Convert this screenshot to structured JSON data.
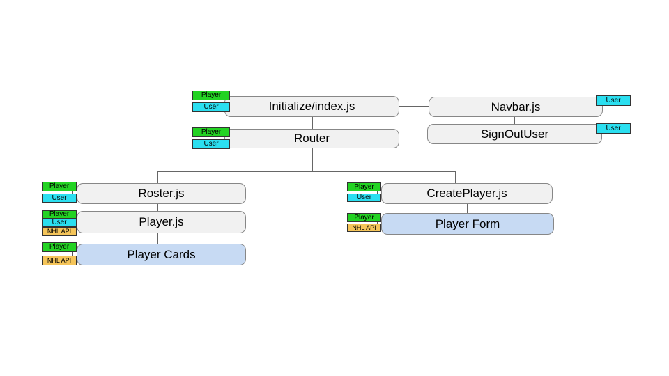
{
  "diagram": {
    "description": "Component hierarchy diagram",
    "background": "#ffffff"
  },
  "colors": {
    "tag_player": "#23d323",
    "tag_user": "#2bdff0",
    "tag_nhl_api": "#f5c55a",
    "component_fill": "#f1f1f1",
    "component_border": "#878787",
    "view_fill": "#c7daf3",
    "connector": "#666666"
  },
  "nodes": [
    {
      "id": "initialize-index",
      "label": "Initialize/index.js",
      "type": "component",
      "tags": [
        {
          "label": "Player",
          "color": "#23d323"
        },
        {
          "label": "User",
          "color": "#2bdff0"
        }
      ]
    },
    {
      "id": "navbar",
      "label": "Navbar.js",
      "type": "component",
      "tags": [
        {
          "label": "User",
          "color": "#2bdff0"
        }
      ]
    },
    {
      "id": "router",
      "label": "Router",
      "type": "component",
      "tags": [
        {
          "label": "Player",
          "color": "#23d323"
        },
        {
          "label": "User",
          "color": "#2bdff0"
        }
      ]
    },
    {
      "id": "sign-out-user",
      "label": "SignOutUser",
      "type": "component",
      "tags": [
        {
          "label": "User",
          "color": "#2bdff0"
        }
      ]
    },
    {
      "id": "roster",
      "label": "Roster.js",
      "type": "component",
      "tags": [
        {
          "label": "Player",
          "color": "#23d323"
        },
        {
          "label": "User",
          "color": "#2bdff0"
        }
      ]
    },
    {
      "id": "create-player",
      "label": "CreatePlayer.js",
      "type": "component",
      "tags": [
        {
          "label": "Player",
          "color": "#23d323"
        },
        {
          "label": "User",
          "color": "#2bdff0"
        }
      ]
    },
    {
      "id": "player-js",
      "label": "Player.js",
      "type": "component",
      "tags": [
        {
          "label": "Player",
          "color": "#23d323"
        },
        {
          "label": "User",
          "color": "#2bdff0"
        },
        {
          "label": "NHL API",
          "color": "#f5c55a"
        }
      ]
    },
    {
      "id": "player-form",
      "label": "Player Form",
      "type": "view",
      "tags": [
        {
          "label": "Player",
          "color": "#23d323"
        },
        {
          "label": "NHL API",
          "color": "#f5c55a"
        }
      ]
    },
    {
      "id": "player-cards",
      "label": "Player Cards",
      "type": "view",
      "tags": [
        {
          "label": "Player",
          "color": "#23d323"
        },
        {
          "label": "NHL API",
          "color": "#f5c55a"
        }
      ]
    }
  ]
}
